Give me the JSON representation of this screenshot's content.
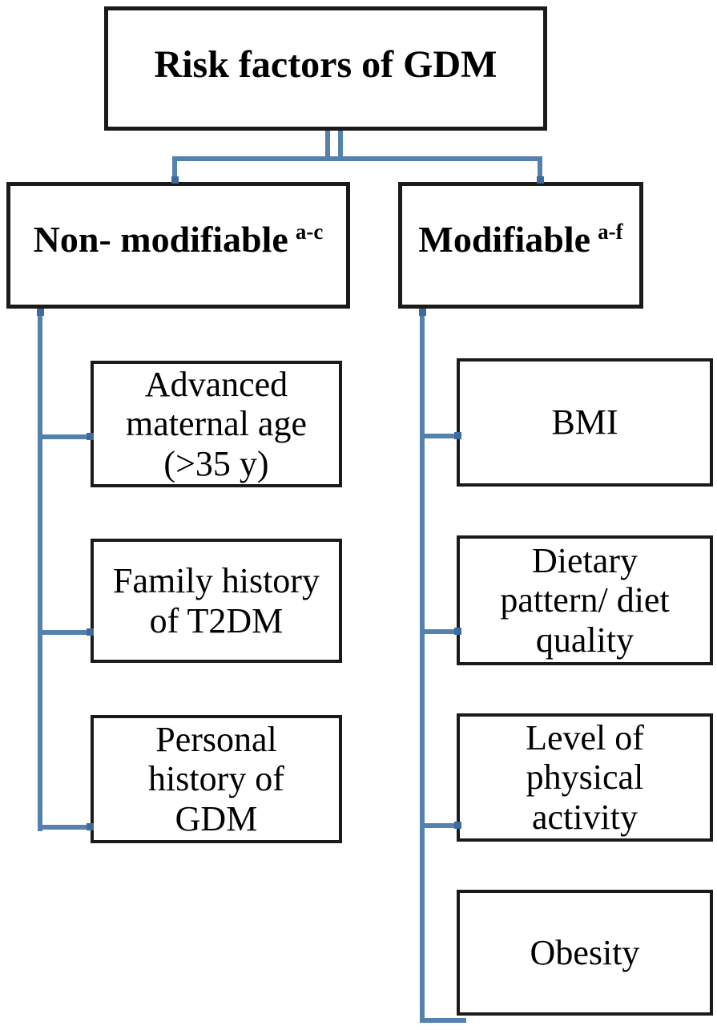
{
  "diagram": {
    "root": {
      "label": "Risk factors of GDM"
    },
    "branches": [
      {
        "label": "Non- modifiable",
        "superscript": "a-c",
        "children": [
          {
            "label": "Advanced\nmaternal age\n(>35 y)"
          },
          {
            "label": "Family history\nof T2DM"
          },
          {
            "label": "Personal\nhistory of\nGDM"
          }
        ]
      },
      {
        "label": "Modifiable",
        "superscript": "a-f",
        "children": [
          {
            "label": "BMI"
          },
          {
            "label": "Dietary\npattern/ diet\nquality"
          },
          {
            "label": "Level of\nphysical\nactivity"
          },
          {
            "label": "Obesity"
          }
        ]
      }
    ],
    "colors": {
      "connector": "#5481ae",
      "connector_dot": "#3d6b9d",
      "box_border": "#1a1a1a",
      "box_fill": "#ffffff",
      "text": "#000000",
      "background": "#ffffff"
    }
  }
}
